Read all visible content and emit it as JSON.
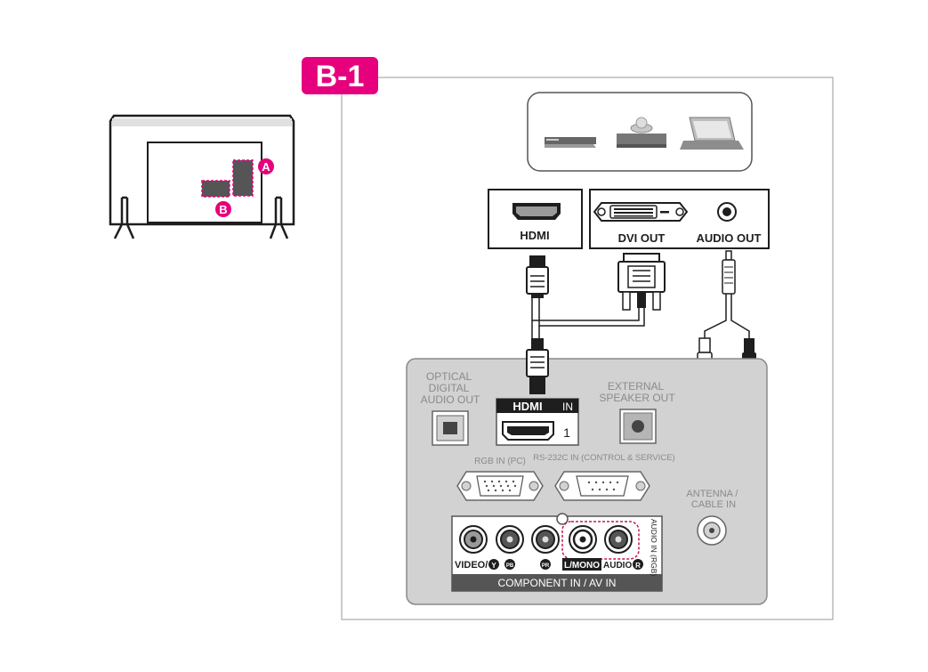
{
  "section_label": "B-1",
  "overview": {
    "marker_a": "A",
    "marker_b": "B"
  },
  "source": {
    "hdmi_label": "HDMI",
    "dvi_label": "DVI OUT",
    "audio_label": "AUDIO OUT"
  },
  "panel": {
    "optical": [
      "OPTICAL",
      "DIGITAL",
      "AUDIO OUT"
    ],
    "hdmi_logo": "HDMI",
    "hdmi_in": "IN",
    "hdmi_port_number": "1",
    "external_speaker": [
      "EXTERNAL",
      "SPEAKER OUT"
    ],
    "rgb_in": "RGB IN (PC)",
    "rs232c": "RS-232C IN (CONTROL & SERVICE)",
    "antenna": [
      "ANTENNA /",
      "CABLE IN"
    ],
    "video_y": "VIDEO/",
    "y_badge": "Y",
    "pb_badge": "PB",
    "pr_badge": "PR",
    "l_mono": "L/MONO",
    "audio": "AUDIO",
    "r_badge": "R",
    "audio_in_rgb": "AUDIO IN (RGB)",
    "component_label": "COMPONENT IN / AV IN"
  },
  "colors": {
    "accent": "#e6007e",
    "panel_bg": "#d2d2d2",
    "dark": "#1e1e1e",
    "label_gray": "#8a8a8a"
  }
}
